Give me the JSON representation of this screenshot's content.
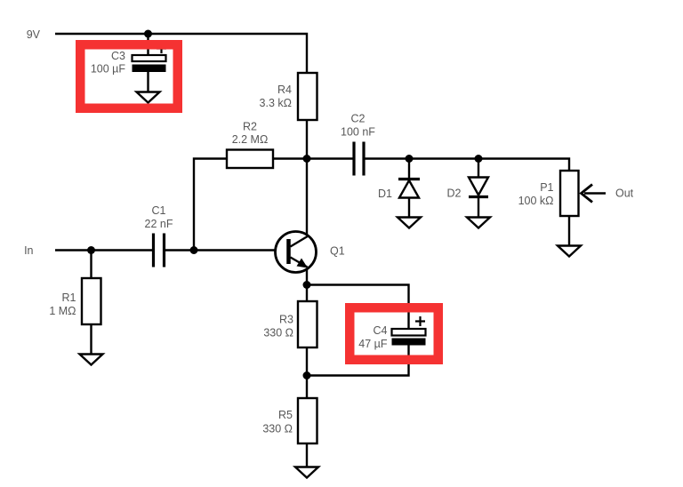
{
  "diagram_type": "circuit-schematic",
  "terminals": {
    "power": "9V",
    "input": "In",
    "output": "Out"
  },
  "components": {
    "c3": {
      "ref": "C3",
      "value": "100 µF",
      "kind": "electrolytic-capacitor"
    },
    "r4": {
      "ref": "R4",
      "value": "3.3 kΩ",
      "kind": "resistor"
    },
    "r2": {
      "ref": "R2",
      "value": "2.2 MΩ",
      "kind": "resistor"
    },
    "c2": {
      "ref": "C2",
      "value": "100 nF",
      "kind": "capacitor"
    },
    "c1": {
      "ref": "C1",
      "value": "22 nF",
      "kind": "capacitor"
    },
    "r1": {
      "ref": "R1",
      "value": "1 MΩ",
      "kind": "resistor"
    },
    "q1": {
      "ref": "Q1",
      "kind": "npn-transistor"
    },
    "d1": {
      "ref": "D1",
      "kind": "diode-cathode-up"
    },
    "d2": {
      "ref": "D2",
      "kind": "diode-cathode-down"
    },
    "p1": {
      "ref": "P1",
      "value": "100 kΩ",
      "kind": "potentiometer"
    },
    "r3": {
      "ref": "R3",
      "value": "330 Ω",
      "kind": "resistor"
    },
    "c4": {
      "ref": "C4",
      "value": "47 µF",
      "kind": "electrolytic-capacitor"
    },
    "r5": {
      "ref": "R5",
      "value": "330 Ω",
      "kind": "resistor"
    }
  },
  "annotations": {
    "highlight_boxes": [
      {
        "target": "C3"
      },
      {
        "target": "C4"
      }
    ],
    "highlight_color": "#f53232"
  },
  "colors": {
    "background": "#ffffff",
    "wire": "#000000",
    "label": "#575757",
    "highlight": "#f53232"
  }
}
